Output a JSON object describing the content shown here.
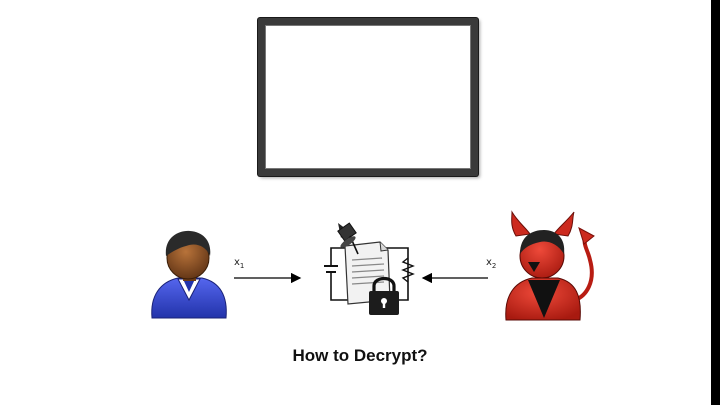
{
  "labels": {
    "left_var": "x",
    "left_sub": "1",
    "right_var": "x",
    "right_sub": "2"
  },
  "caption": "How to Decrypt?",
  "icons": {
    "left": "user-icon",
    "middle": "encrypted-document-icon",
    "right": "devil-icon"
  },
  "colors": {
    "user_shirt": "#3344cc",
    "devil": "#cc2a1e",
    "background": "#ffffff"
  }
}
